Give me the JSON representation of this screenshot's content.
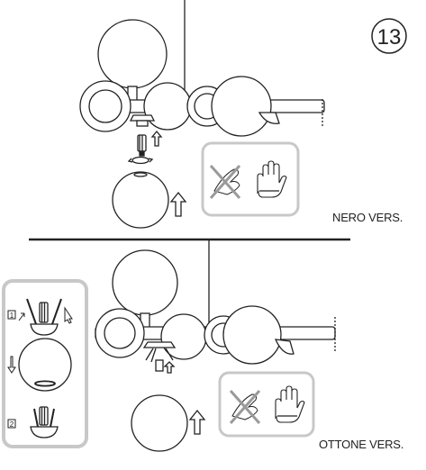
{
  "step_number": "13",
  "top_section": {
    "label": "NERO VERS."
  },
  "bottom_section": {
    "label": "OTTONE VERS."
  },
  "inset_steps": [
    "1",
    "2"
  ],
  "icons": {
    "no_bare_hands": "crossed-bare-hand-icon",
    "use_gloves": "glove-icon",
    "rotate": "rotate-arrows-icon",
    "up_arrow": "up-arrow-icon",
    "down_arrow": "down-arrow-icon"
  },
  "colors": {
    "line": "#222222",
    "panel_border": "#c8c8c8",
    "cross": "#9a9a9a",
    "background": "#ffffff"
  }
}
